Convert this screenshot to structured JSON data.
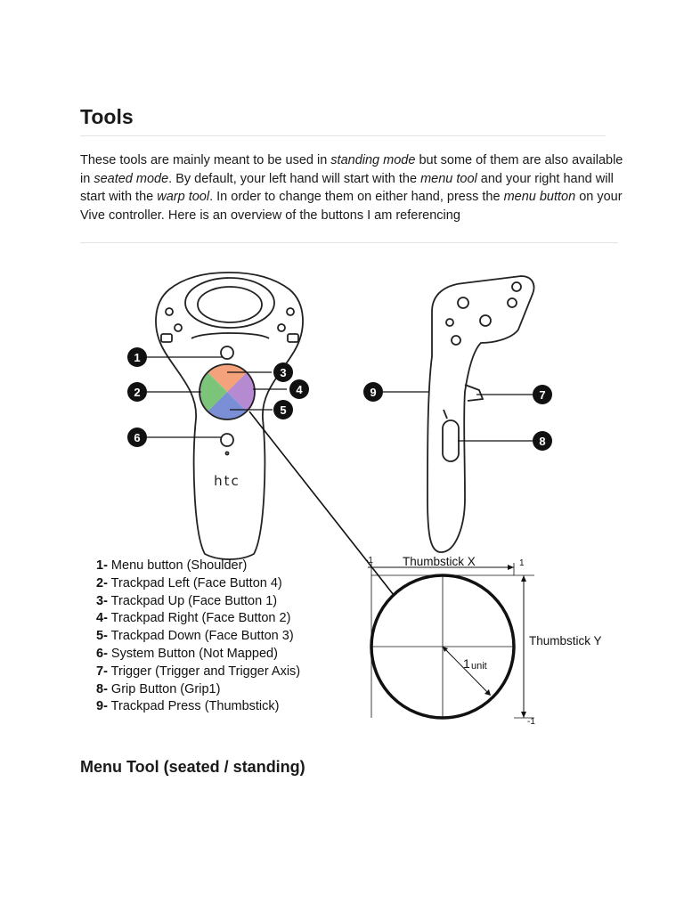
{
  "heading": "Tools",
  "intro": [
    {
      "text": "These tools are mainly meant to be used in ",
      "italic": false
    },
    {
      "text": "standing mode",
      "italic": true
    },
    {
      "text": " but some of them are also available in ",
      "italic": false
    },
    {
      "text": "seated mode",
      "italic": true
    },
    {
      "text": ". By default, your left hand will start with the ",
      "italic": false
    },
    {
      "text": "menu tool",
      "italic": true
    },
    {
      "text": " and your right hand will start with the ",
      "italic": false
    },
    {
      "text": "warp tool",
      "italic": true
    },
    {
      "text": ". In order to change them on either hand, press the ",
      "italic": false
    },
    {
      "text": "menu button",
      "italic": true
    },
    {
      "text": " on your Vive controller. Here is an overview of the buttons I am referencing",
      "italic": false
    }
  ],
  "diagram": {
    "brand": "htc",
    "callouts": [
      "1",
      "2",
      "3",
      "4",
      "5",
      "6",
      "7",
      "8",
      "9"
    ],
    "thumbstick": {
      "x_label": "Thumbstick X",
      "y_label": "Thumbstick Y",
      "x_min": "-1",
      "x_max": "1",
      "y_min": "-1",
      "radius_num": "1",
      "radius_unit": "unit"
    },
    "trackpad_colors": {
      "up": "#f4a27c",
      "left": "#7cc47a",
      "right": "#b58ad0",
      "down": "#7b8fd6"
    }
  },
  "legend": [
    {
      "num": "1-",
      "text": " Menu button (Shoulder)"
    },
    {
      "num": "2-",
      "text": " Trackpad Left (Face Button 4)"
    },
    {
      "num": "3-",
      "text": " Trackpad Up (Face Button 1)"
    },
    {
      "num": "4-",
      "text": " Trackpad Right (Face Button 2)"
    },
    {
      "num": "5-",
      "text": " Trackpad Down (Face Button 3)"
    },
    {
      "num": "6-",
      "text": " System Button (Not Mapped)"
    },
    {
      "num": "7-",
      "text": " Trigger (Trigger and Trigger Axis)"
    },
    {
      "num": "8-",
      "text": " Grip Button (Grip1)"
    },
    {
      "num": "9-",
      "text": " Trackpad Press (Thumbstick)"
    }
  ],
  "subheading": "Menu Tool (seated / standing)"
}
